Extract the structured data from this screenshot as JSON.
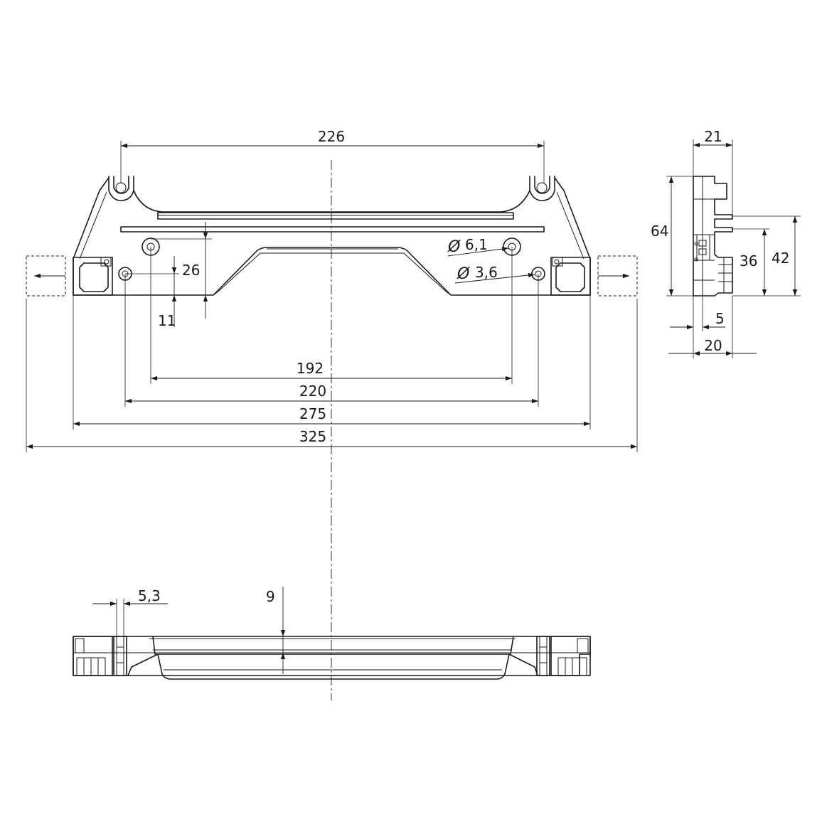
{
  "dimensions": {
    "front": {
      "w226": "226",
      "w192": "192",
      "w220": "220",
      "w275": "275",
      "w325": "325",
      "h26": "26",
      "h11": "11",
      "hole_large_prefix": "Ø",
      "hole_large": "6,1",
      "hole_small_prefix": "Ø",
      "hole_small": "3,6"
    },
    "side": {
      "d21": "21",
      "h64": "64",
      "h36": "36",
      "h42": "42",
      "d5": "5",
      "d20": "20"
    },
    "bottom": {
      "w53": "5,3",
      "h9": "9"
    }
  }
}
